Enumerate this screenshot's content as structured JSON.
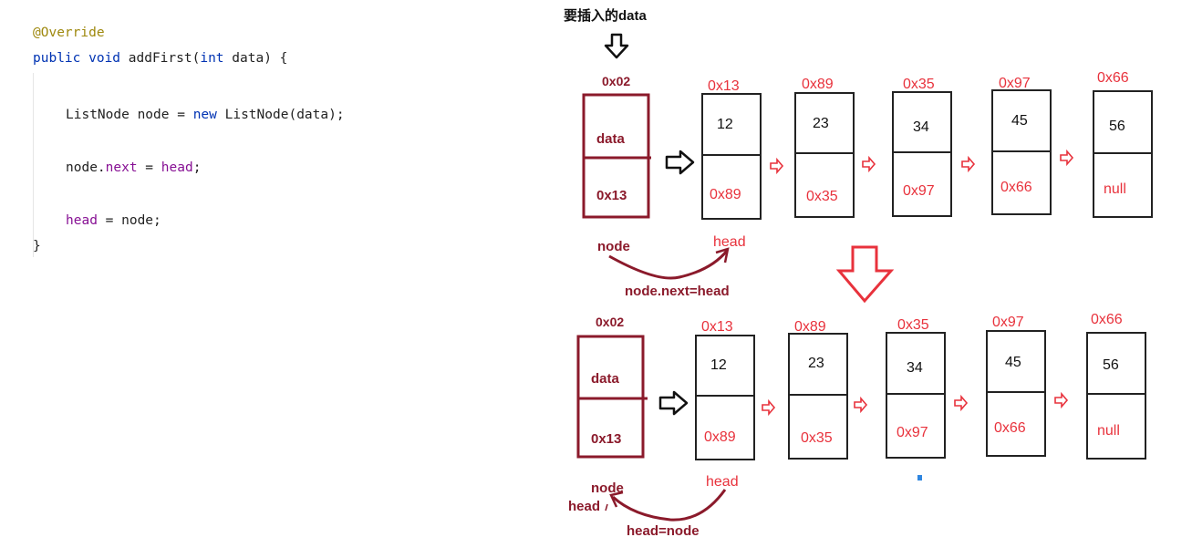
{
  "code": {
    "annotation": "@Override",
    "signature_kw": "public void",
    "method_name": "addFirst",
    "signature_paren": "(",
    "param_type": "int",
    "param_rest": " data) {",
    "line1_type": "ListNode",
    "line1_var": " node = ",
    "line1_new": "new",
    "line1_rest": " ListNode(data);",
    "line2_obj": "node.",
    "line2_field": "next",
    "line2_eq": " = ",
    "line2_head": "head",
    "line2_end": ";",
    "line3_head": "head",
    "line3_rest": " = node;",
    "close": "}"
  },
  "top_title": "要插入的data",
  "top": {
    "new_node": {
      "addr": "0x02",
      "data": "data",
      "next": "0x13"
    },
    "nodes": [
      {
        "addr": "0x13",
        "val": "12",
        "next": "0x89"
      },
      {
        "addr": "0x89",
        "val": "23",
        "next": "0x35"
      },
      {
        "addr": "0x35",
        "val": "34",
        "next": "0x97"
      },
      {
        "addr": "0x97",
        "val": "45",
        "next": "0x66"
      },
      {
        "addr": "0x66",
        "val": "56",
        "next": "null"
      }
    ],
    "node_label": "node",
    "head_label": "head",
    "step_label": "node.next=head"
  },
  "bottom": {
    "new_node": {
      "addr": "0x02",
      "data": "data",
      "next": "0x13"
    },
    "nodes": [
      {
        "addr": "0x13",
        "val": "12",
        "next": "0x89"
      },
      {
        "addr": "0x89",
        "val": "23",
        "next": "0x35"
      },
      {
        "addr": "0x35",
        "val": "34",
        "next": "0x97"
      },
      {
        "addr": "0x97",
        "val": "45",
        "next": "0x66"
      },
      {
        "addr": "0x66",
        "val": "56",
        "next": "null"
      }
    ],
    "node_label": "node",
    "head_old_label": "head",
    "head_new_label": "head",
    "step_label": "head=node"
  },
  "colors": {
    "dark_red": "#8b1a2b",
    "red": "#e8323c",
    "black": "#111111"
  }
}
